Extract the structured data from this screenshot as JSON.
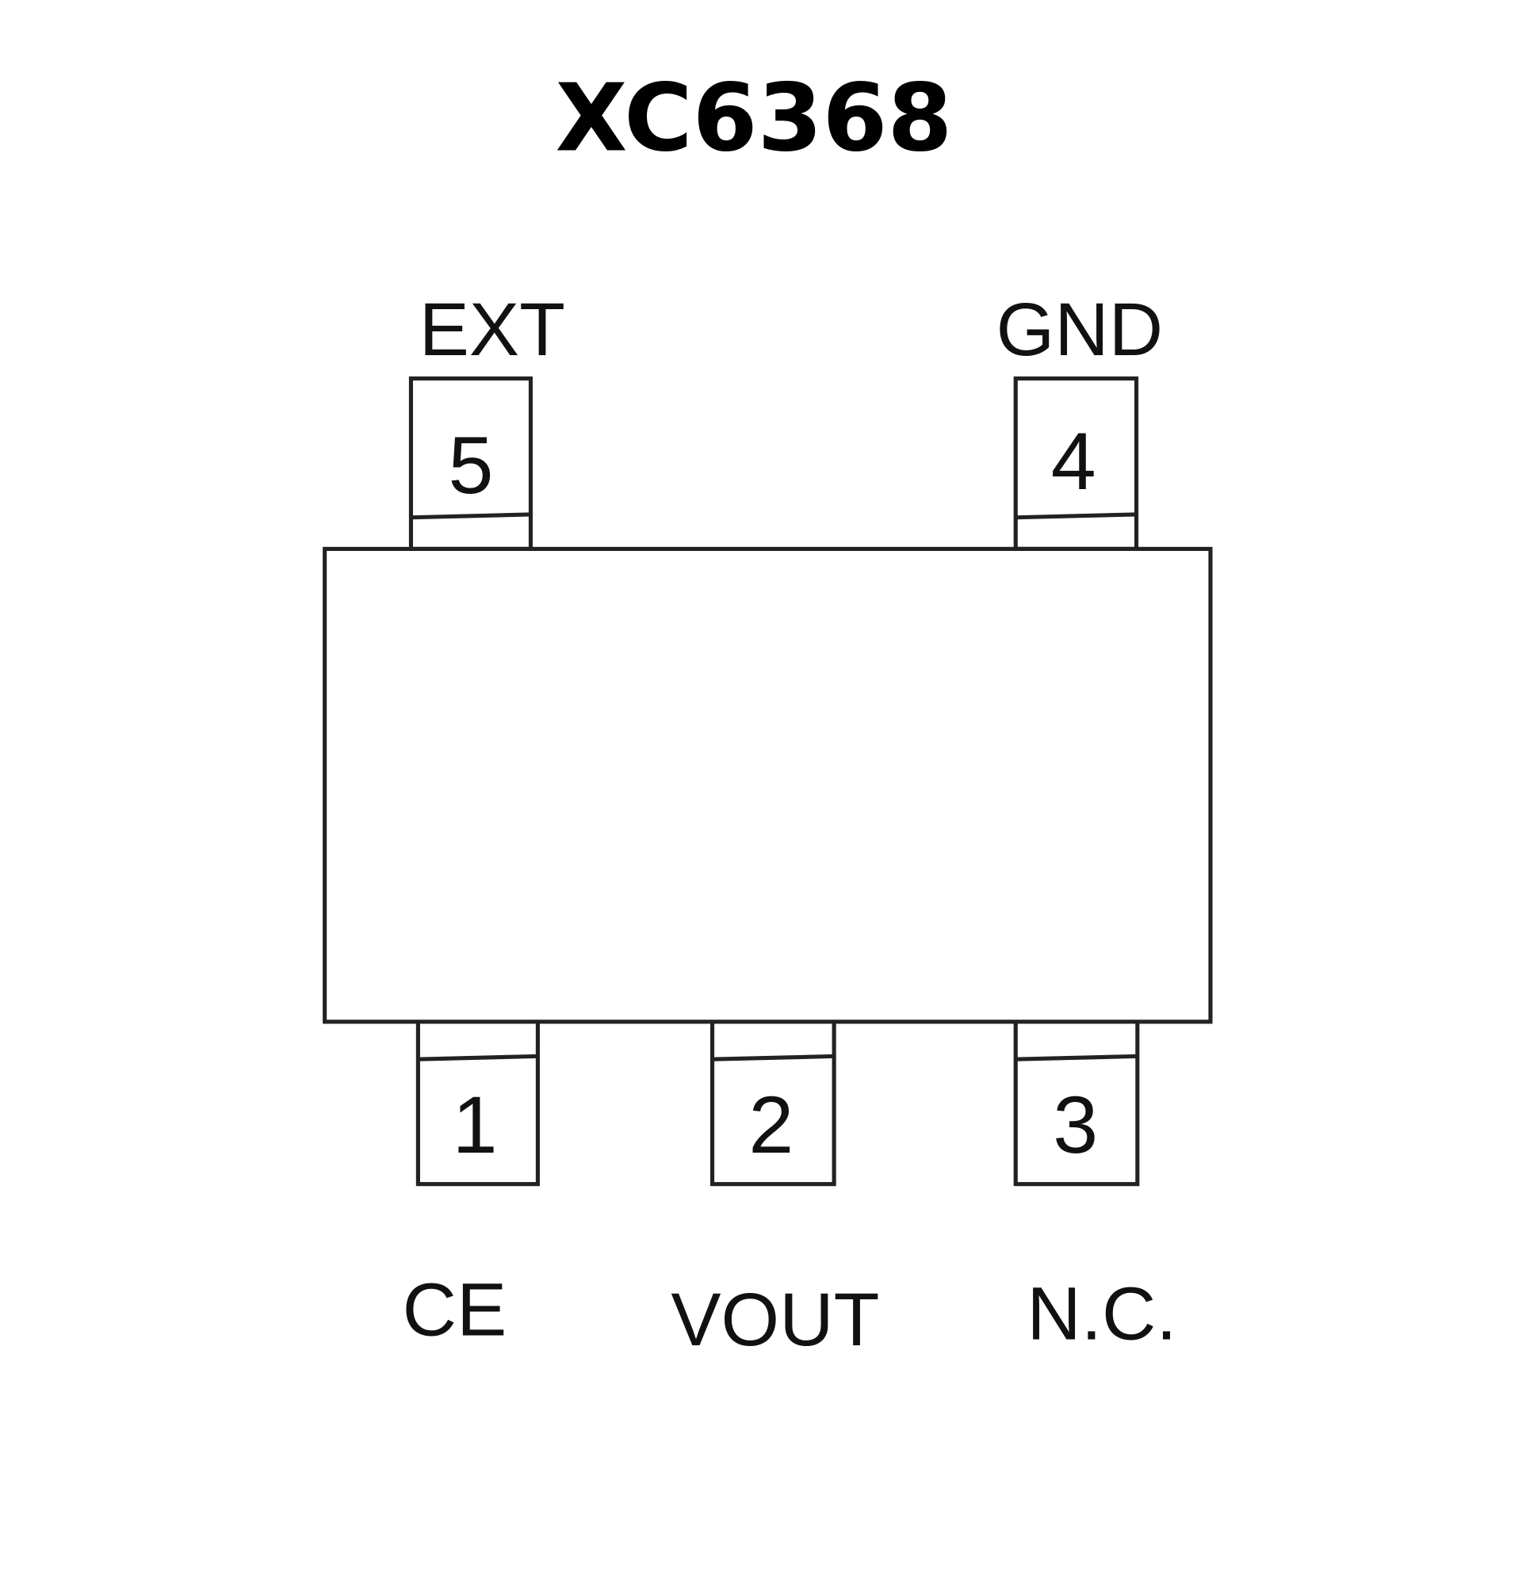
{
  "title": "XC6368",
  "pins": [
    {
      "number": "1",
      "name": "CE"
    },
    {
      "number": "2",
      "name": "VOUT"
    },
    {
      "number": "3",
      "name": "N.C."
    },
    {
      "number": "4",
      "name": "GND"
    },
    {
      "number": "5",
      "name": "EXT"
    }
  ]
}
